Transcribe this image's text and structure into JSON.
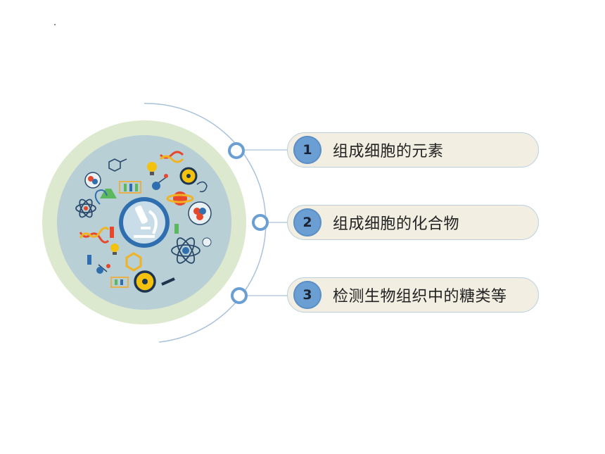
{
  "slide": {
    "items": [
      {
        "num": "1",
        "label": "组成细胞的元素"
      },
      {
        "num": "2",
        "label": "组成细胞的化合物"
      },
      {
        "num": "3",
        "label": "检测生物组织中的糖类等"
      }
    ]
  },
  "colors": {
    "outer_ring": "#dde9cf",
    "inner_disc": "#b9cfd6",
    "arc": "#a9c2dc",
    "badge": "#6b9fd4",
    "pill_bg": "#f2efe2"
  },
  "icons": [
    "microscope-icon",
    "dna-icon",
    "atom-icon",
    "radiation-icon",
    "planet-icon",
    "lightbulb-icon",
    "flask-icon",
    "test-tube-icon",
    "molecule-icon"
  ]
}
